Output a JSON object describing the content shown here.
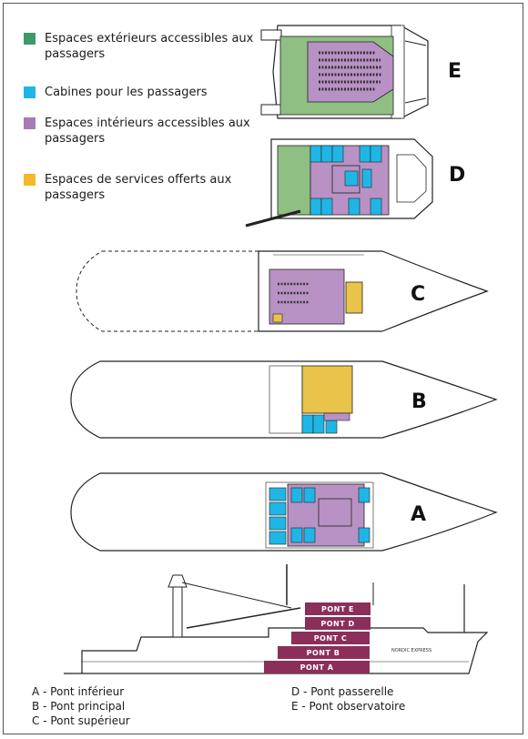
{
  "legend": [
    {
      "label": "Espaces extérieurs accessibles aux passagers",
      "color": "#3f9a68"
    },
    {
      "label": "Cabines pour les passagers",
      "color": "#1fb6e6"
    },
    {
      "label": "Espaces intérieurs accessibles aux passagers",
      "color": "#a77bb6"
    },
    {
      "label": "Espaces de services offerts aux passagers",
      "color": "#f3b92a"
    }
  ],
  "decks": {
    "E": "E",
    "D": "D",
    "C": "C",
    "B": "B",
    "A": "A"
  },
  "profile": {
    "ponts": [
      "PONT E",
      "PONT D",
      "PONT C",
      "PONT B",
      "PONT A"
    ],
    "ship_name": "NORDIC EXPRESS",
    "pont_color": "#8b2f5a"
  },
  "key": {
    "left": [
      "A - Pont inférieur",
      "B - Pont principal",
      "C - Pont supérieur"
    ],
    "right": [
      "D - Pont  passerelle",
      "E - Pont observatoire"
    ]
  },
  "colors": {
    "outside": "#8fbf82",
    "cabin": "#1fb6e6",
    "interior": "#b892c4",
    "service": "#e9c34a",
    "hull": "#ffffff",
    "line": "#222222"
  }
}
